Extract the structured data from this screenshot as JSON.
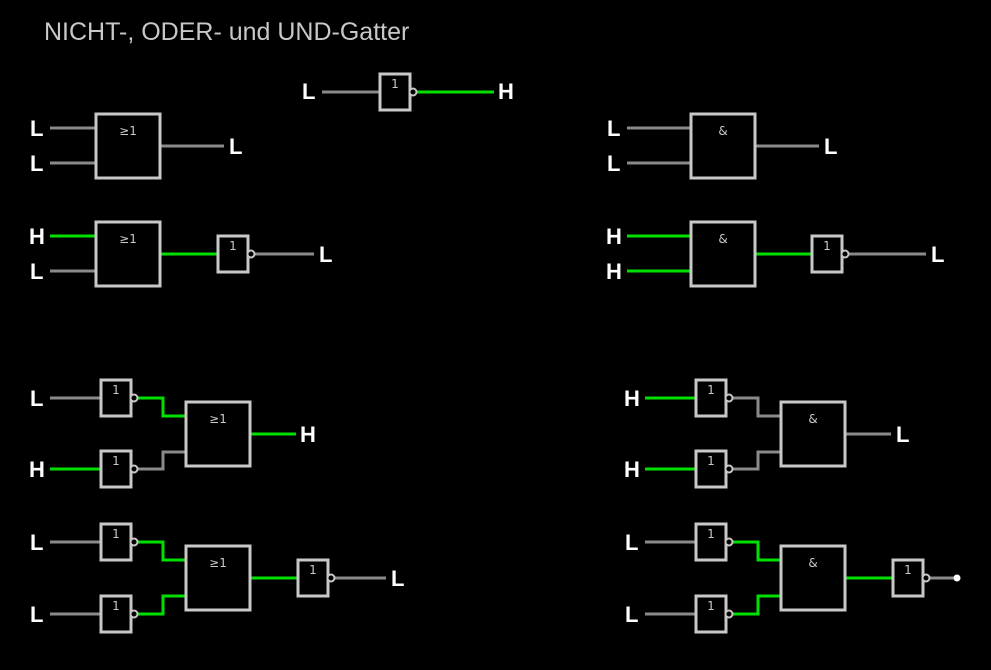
{
  "title": "NICHT-, ODER- und UND-Gatter",
  "colors": {
    "background": "#000000",
    "wire_low": "#8a8a8a",
    "wire_high": "#00e000",
    "gate": "#c8c8c8",
    "text": "#ffffff"
  },
  "symbols": {
    "not": "1",
    "or": "≥1",
    "and": "&"
  },
  "levels": {
    "not_single": {
      "in": "L",
      "out": "H"
    },
    "or_1": {
      "in1": "L",
      "in2": "L",
      "out": "L"
    },
    "nor_1": {
      "in1": "H",
      "in2": "L",
      "out": "L"
    },
    "or_negin": {
      "in1": "L",
      "in2": "H",
      "out": "H"
    },
    "nor_negin": {
      "in1": "L",
      "in2": "L",
      "out": "L"
    },
    "and_1": {
      "in1": "L",
      "in2": "L",
      "out": "L"
    },
    "nand_1": {
      "in1": "H",
      "in2": "H",
      "out": "L"
    },
    "and_negin": {
      "in1": "H",
      "in2": "H",
      "out": "L"
    },
    "nand_negin": {
      "in1": "L",
      "in2": "L"
    }
  }
}
